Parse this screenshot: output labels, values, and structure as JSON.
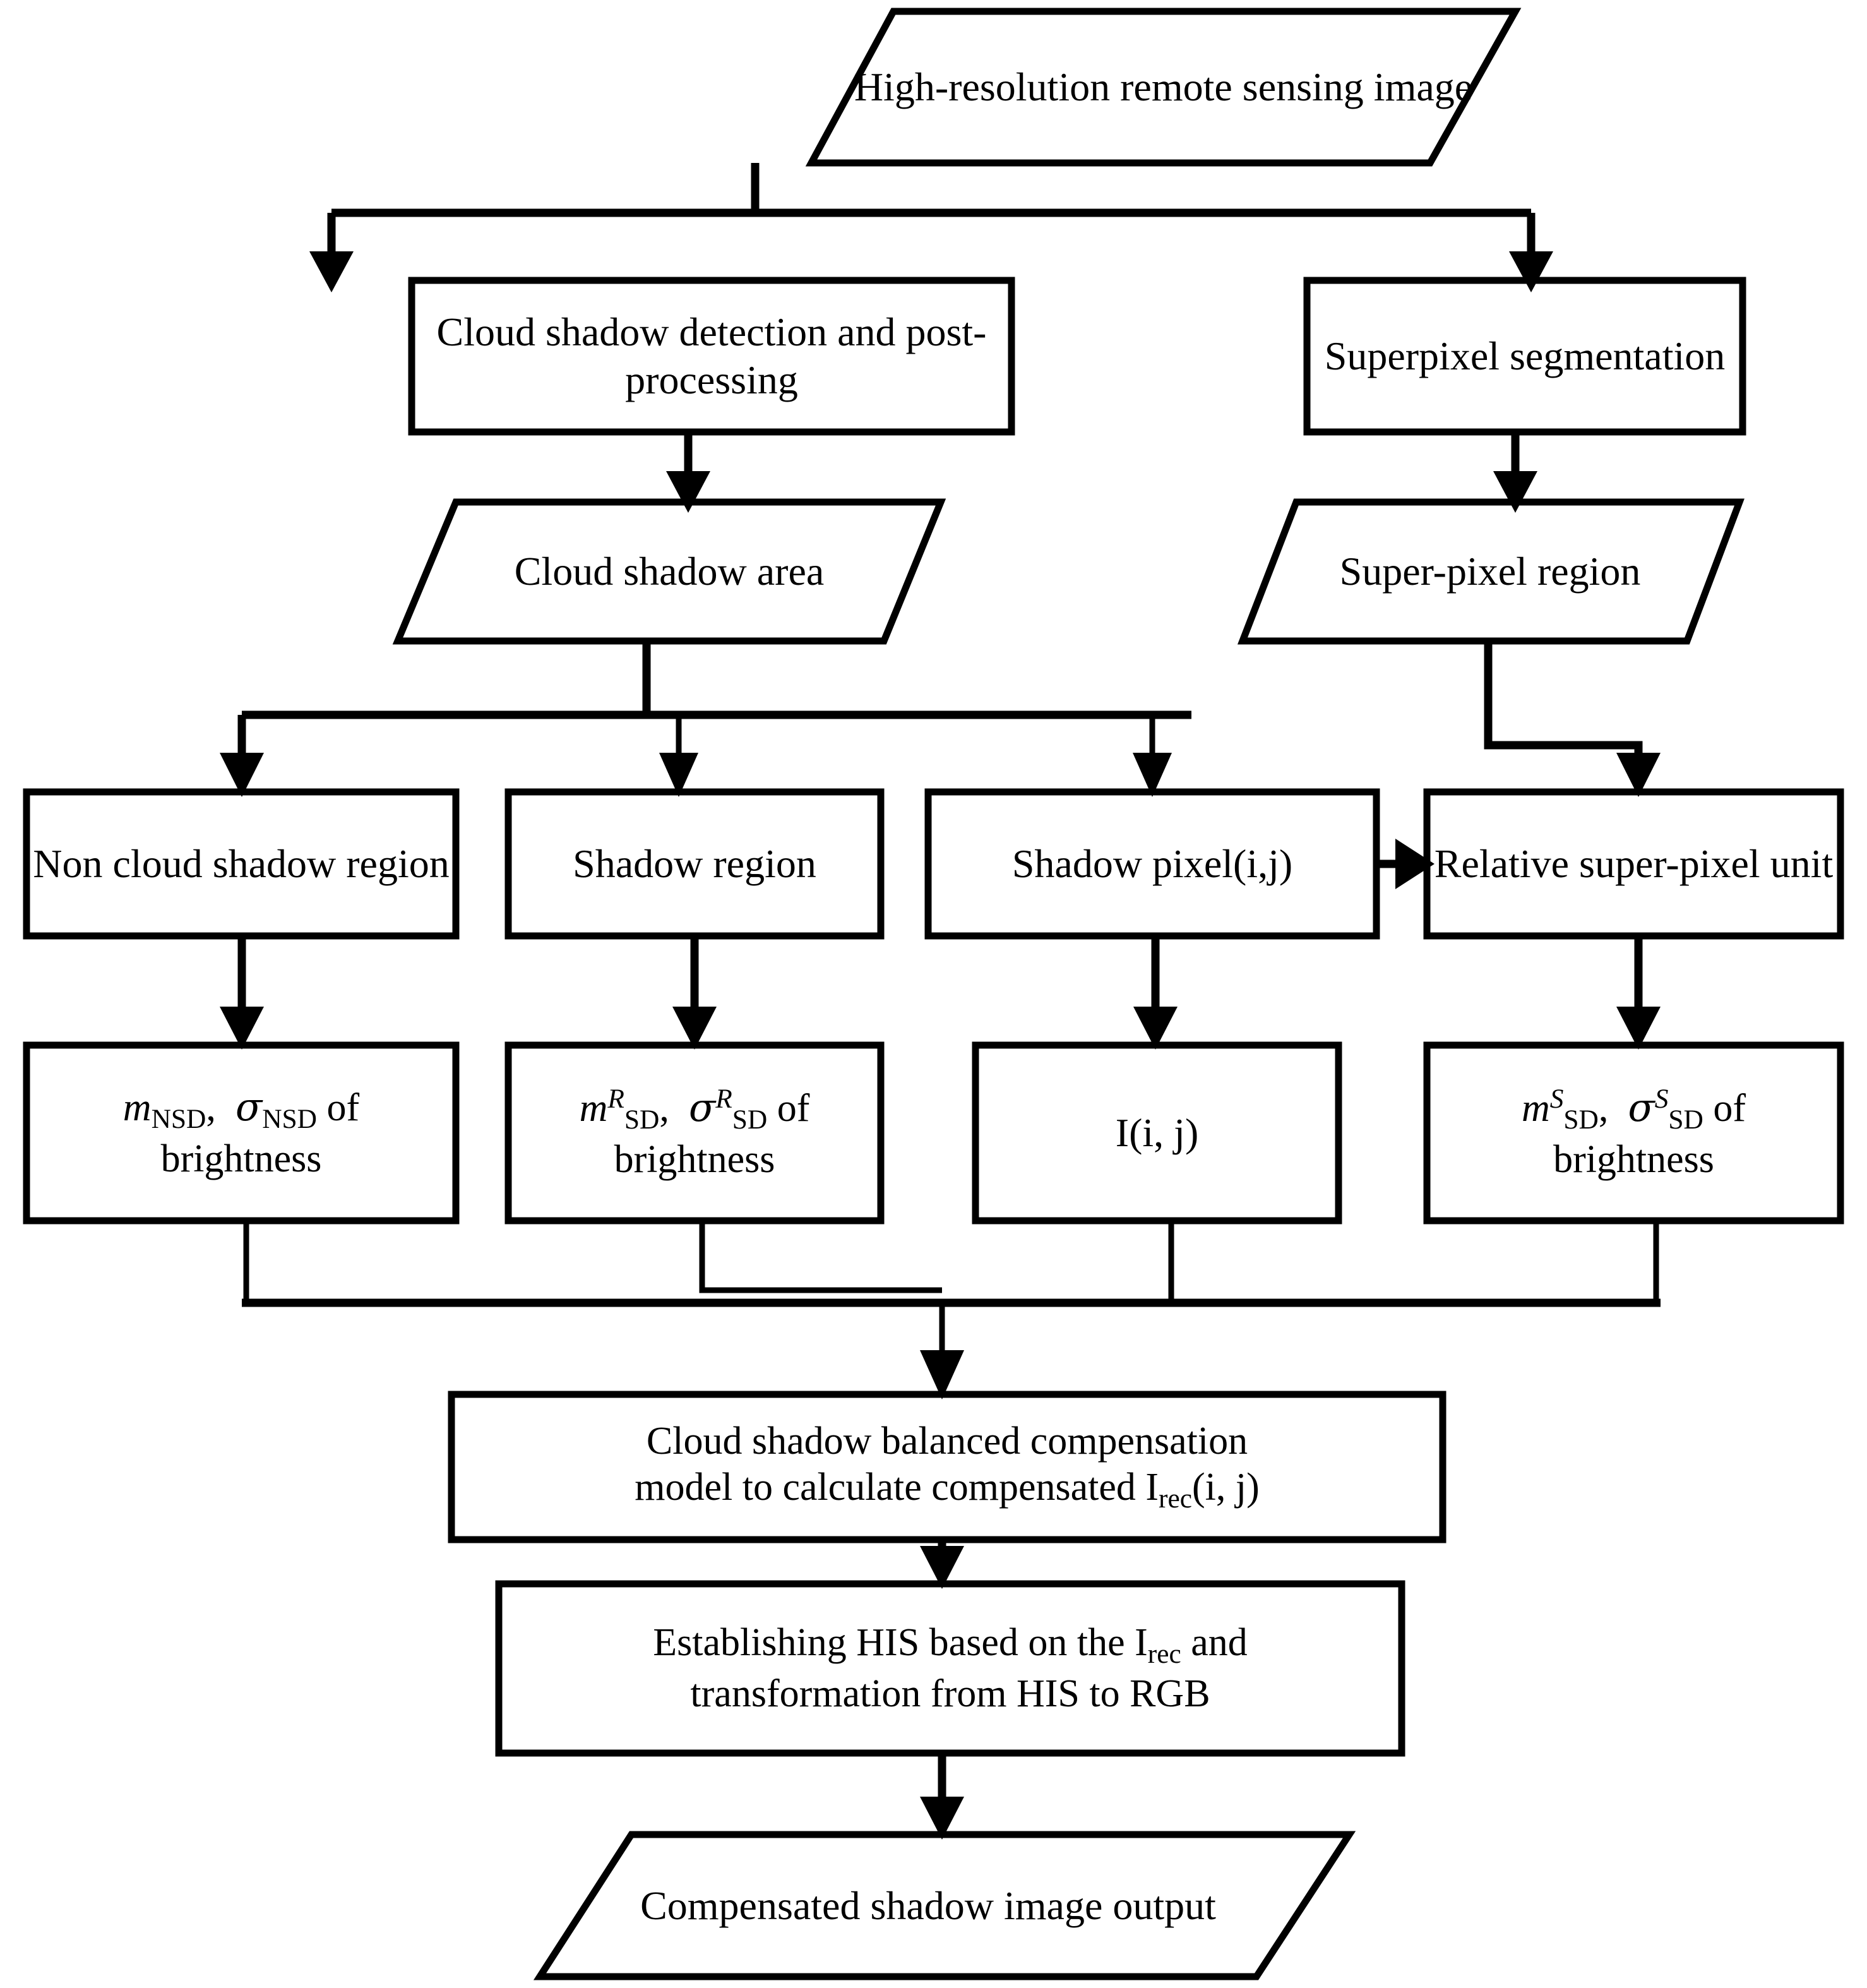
{
  "diagram": {
    "title": "Cloud shadow compensation flowchart",
    "colors": {
      "stroke": "#000000",
      "fill": "#ffffff",
      "background": "#ffffff"
    },
    "nodes": [
      {
        "id": "input_image",
        "shape": "parallelogram",
        "label": "High-resolution remote sensing image"
      },
      {
        "id": "cloud_detect",
        "shape": "rectangle",
        "label": "Cloud shadow detection and post-processing"
      },
      {
        "id": "superpixel_seg",
        "shape": "rectangle",
        "label": "Superpixel segmentation"
      },
      {
        "id": "cloud_shadow_area",
        "shape": "parallelogram",
        "label": "Cloud shadow area"
      },
      {
        "id": "superpixel_region",
        "shape": "parallelogram",
        "label": "Super-pixel region"
      },
      {
        "id": "non_cloud_region",
        "shape": "rectangle",
        "label": "Non cloud shadow region"
      },
      {
        "id": "shadow_region",
        "shape": "rectangle",
        "label": "Shadow region"
      },
      {
        "id": "shadow_pixel",
        "shape": "rectangle",
        "label": "Shadow pixel(i,j)"
      },
      {
        "id": "relative_sp_unit",
        "shape": "rectangle",
        "label": "Relative super-pixel unit"
      },
      {
        "id": "stats_nsd",
        "shape": "rectangle",
        "label": "m NSD, σ NSD of brightness",
        "parts": {
          "m": "m",
          "m_sub": "NSD",
          "sigma": "σ",
          "sigma_sub": "NSD",
          "tail": " of",
          "line2": "brightness"
        }
      },
      {
        "id": "stats_sd_r",
        "shape": "rectangle",
        "label": "m R SD, σ R SD of brightness",
        "parts": {
          "m": "m",
          "m_sup": "R",
          "m_sub": "SD",
          "sigma": "σ",
          "sigma_sup": "R",
          "sigma_sub": "SD",
          "tail": " of",
          "line2": "brightness"
        }
      },
      {
        "id": "intensity",
        "shape": "rectangle",
        "label": "I(i, j)"
      },
      {
        "id": "stats_sd_s",
        "shape": "rectangle",
        "label": "m S SD, σ S SD of brightness",
        "parts": {
          "m": "m",
          "m_sup": "S",
          "m_sub": "SD",
          "sigma": "σ",
          "sigma_sup": "S",
          "sigma_sub": "SD",
          "tail": " of",
          "line2": "brightness"
        }
      },
      {
        "id": "compensation_model",
        "shape": "rectangle",
        "label": "Cloud shadow balanced compensation model to calculate compensated Irec(i, j)",
        "parts": {
          "line1": "Cloud shadow balanced compensation",
          "line2a": "model to calculate compensated I",
          "line2sub": "rec",
          "line2b": "(i, j)"
        }
      },
      {
        "id": "his_transform",
        "shape": "rectangle",
        "label": "Establishing HIS based on the Irec and transformation from HIS to RGB",
        "parts": {
          "line1a": "Establishing HIS based on the I",
          "line1sub": "rec",
          "line1b": " and",
          "line2": "transformation from HIS to RGB"
        }
      },
      {
        "id": "output_image",
        "shape": "parallelogram",
        "label": "Compensated shadow image output"
      }
    ],
    "edges": [
      {
        "from": "input_image",
        "to": "cloud_detect",
        "type": "split-down-left"
      },
      {
        "from": "input_image",
        "to": "superpixel_seg",
        "type": "split-down-right"
      },
      {
        "from": "cloud_detect",
        "to": "cloud_shadow_area",
        "type": "straight-down"
      },
      {
        "from": "superpixel_seg",
        "to": "superpixel_region",
        "type": "straight-down"
      },
      {
        "from": "cloud_shadow_area",
        "to": "non_cloud_region",
        "type": "split-down-left"
      },
      {
        "from": "cloud_shadow_area",
        "to": "shadow_region",
        "type": "split-down-center"
      },
      {
        "from": "cloud_shadow_area",
        "to": "shadow_pixel",
        "type": "split-down-right"
      },
      {
        "from": "superpixel_region",
        "to": "relative_sp_unit",
        "type": "elbow-right-down"
      },
      {
        "from": "shadow_pixel",
        "to": "relative_sp_unit",
        "type": "arrow-right"
      },
      {
        "from": "non_cloud_region",
        "to": "stats_nsd",
        "type": "straight-down"
      },
      {
        "from": "shadow_region",
        "to": "stats_sd_r",
        "type": "straight-down"
      },
      {
        "from": "shadow_pixel",
        "to": "intensity",
        "type": "straight-down"
      },
      {
        "from": "relative_sp_unit",
        "to": "stats_sd_s",
        "type": "straight-down"
      },
      {
        "from": "stats_nsd",
        "to": "compensation_model",
        "type": "merge-down"
      },
      {
        "from": "stats_sd_r",
        "to": "compensation_model",
        "type": "merge-down-elbow"
      },
      {
        "from": "intensity",
        "to": "compensation_model",
        "type": "merge-down"
      },
      {
        "from": "stats_sd_s",
        "to": "compensation_model",
        "type": "merge-down"
      },
      {
        "from": "compensation_model",
        "to": "his_transform",
        "type": "straight-down"
      },
      {
        "from": "his_transform",
        "to": "output_image",
        "type": "straight-down"
      }
    ]
  }
}
